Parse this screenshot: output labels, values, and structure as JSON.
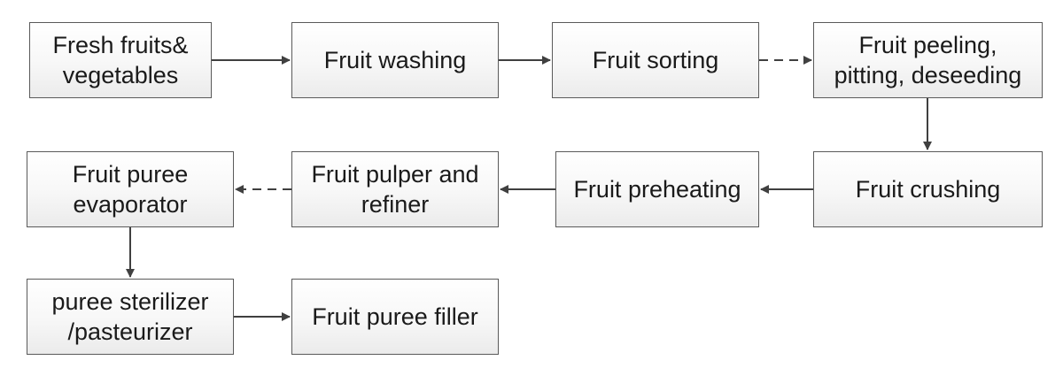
{
  "nodes": {
    "fresh": "Fresh fruits&\nvegetables",
    "washing": "Fruit washing",
    "sorting": "Fruit sorting",
    "peeling": "Fruit peeling,\npitting, deseeding",
    "crushing": "Fruit crushing",
    "preheating": "Fruit preheating",
    "pulper": "Fruit pulper and\nrefiner",
    "evaporator": "Fruit puree\nevaporator",
    "sterilizer": "puree sterilizer\n/pasteurizer",
    "filler": "Fruit puree filler"
  },
  "edges": [
    {
      "from": "fresh",
      "to": "washing",
      "style": "solid"
    },
    {
      "from": "washing",
      "to": "sorting",
      "style": "solid"
    },
    {
      "from": "sorting",
      "to": "peeling",
      "style": "dashed"
    },
    {
      "from": "peeling",
      "to": "crushing",
      "style": "solid"
    },
    {
      "from": "crushing",
      "to": "preheating",
      "style": "solid"
    },
    {
      "from": "preheating",
      "to": "pulper",
      "style": "solid"
    },
    {
      "from": "pulper",
      "to": "evaporator",
      "style": "dashed"
    },
    {
      "from": "evaporator",
      "to": "sterilizer",
      "style": "solid"
    },
    {
      "from": "sterilizer",
      "to": "filler",
      "style": "solid"
    }
  ],
  "colors": {
    "border": "#5a5a5a",
    "arrow": "#404040",
    "text": "#1a1a1a"
  }
}
